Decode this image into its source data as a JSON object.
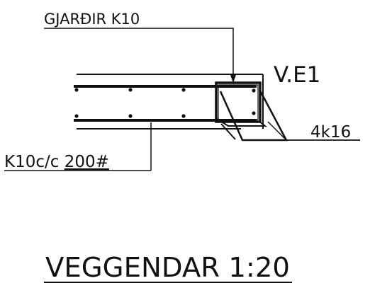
{
  "labels": {
    "stirrups": "GJARÐIR K10",
    "section_id": "V.E1",
    "bars": "4k16",
    "mesh_prefix": "K10c/c ",
    "mesh_spacing": "200#",
    "title": "VEGGENDAR 1:20"
  },
  "colors": {
    "ink": "#111111",
    "paper": "#ffffff"
  }
}
